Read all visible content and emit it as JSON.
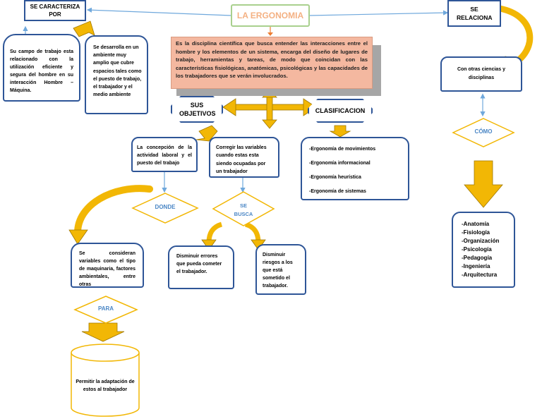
{
  "title": "LA ERGONOMIA",
  "definition": "Es la disciplina científica que busca entender las interacciones entre el hombre y los elementos de un sistema, encarga del diseño de lugares de trabajo, herramientas y tareas, de modo que coincidan con las características fisiológicas, anatómicas, psicológicas y las capacidades de los trabajadores que se verán involucrados.",
  "se_caracteriza_por": "SE CARACTERIZA POR",
  "caract_1": "Su campo de trabajo esta relacionado con la utilización eficiente y segura del hombre en su interacción Hombre – Máquina.",
  "caract_2": "Se desarrolla en un ambiente muy amplio que cubre espacios tales como el puesto de trabajo, el trabajador y el medio ambiente",
  "sus_objetivos": "SUS OBJETIVOS",
  "clasificacion": "CLASIFICACION",
  "objetivo_1": "La concepción de la actividad laboral y el puesto del trabajo",
  "objetivo_2": "Corregir las variables cuando estas esta siendo ocupadas por un trabajador",
  "clasif_items": [
    "-Ergonomía de movimientos",
    "-Ergonomía informacional",
    "-Ergonomía heurística",
    "-Ergonomía de sistemas"
  ],
  "donde": "DONDE",
  "donde_text": "Se consideran variables como el tipo de maquinaria, factores ambientales, entre otras",
  "para": "PARA",
  "para_text": "Permitir la adaptación de estos al trabajador",
  "se_busca": "SE BUSCA",
  "busca_1": "Disminuir errores que pueda cometer el trabajador.",
  "busca_2": "Disminuir riesgos a los que está sometido el trabajador.",
  "se_relaciona": "SE RELACIONA",
  "relaciona_text": "Con otras ciencias y disciplinas",
  "como": "CÓMO",
  "ciencias": [
    "-Anatomía",
    "-Fisiología",
    "-Organización",
    "-Psicología",
    "-Pedagogía",
    "-Ingeniería",
    "-Arquitectura"
  ],
  "colors": {
    "blue_border": "#2e5597",
    "arrow_blue": "#6fa8dc",
    "gold": "#f2b705",
    "gold_border": "#a07800",
    "title_green": "#a9d08e",
    "title_text": "#f4b183",
    "definition_fill": "#f4b8a0",
    "shadow_gray": "#a6a6a6"
  }
}
